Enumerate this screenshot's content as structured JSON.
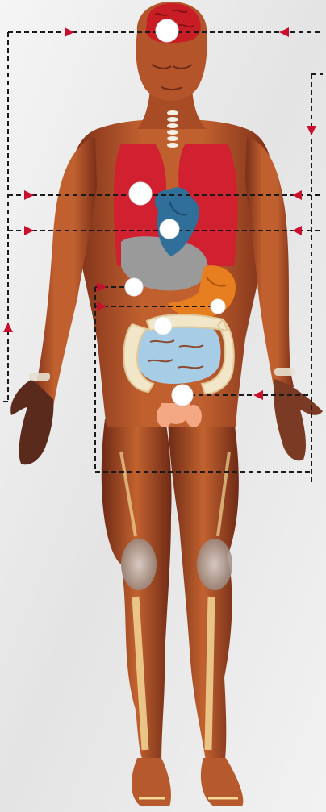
{
  "figure": {
    "title": "",
    "background": "#eeeeee",
    "colors": {
      "muscle": "#b4542a",
      "muscle_dark": "#7a2e18",
      "muscle_light": "#d98050",
      "lung": "#d1202f",
      "heart": "#2f6f9a",
      "liver": "#9a9a9a",
      "stomach": "#e77e1f",
      "colon": "#f1e6c8",
      "colon_outline": "#e0c89a",
      "small_intestine": "#a7cde6",
      "bladder": "#f3a783",
      "brain": "#c81d25",
      "tendon": "#f2d796",
      "line": "#1a1a1a",
      "arrow": "#c8102e",
      "marker": "#ffffff"
    },
    "organs": [
      "brain",
      "lungs",
      "heart",
      "liver",
      "stomach",
      "small-intestine",
      "colon",
      "bladder"
    ],
    "connectors": [
      "head",
      "right-side",
      "lungs",
      "heart",
      "liver",
      "stomach",
      "lower-abdomen",
      "left-side"
    ]
  }
}
